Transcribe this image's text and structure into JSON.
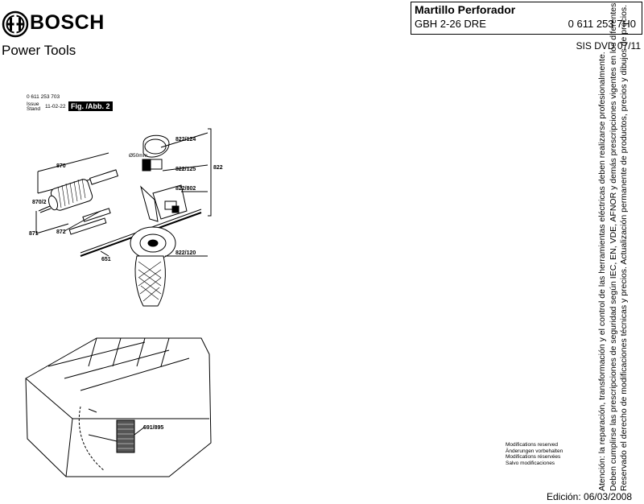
{
  "header": {
    "brand": "BOSCH",
    "subtitle": "Power Tools",
    "doc_title": "Martillo Perforador",
    "model": "GBH 2-26 DRE",
    "part_number": "0 611 253 7H0",
    "edition_code": "SIS DVD 07/11"
  },
  "figure": {
    "small_part_number": "0 611 253 703",
    "issue_label": "Issue",
    "stand_label": "Stand",
    "issue_date": "11-02-22",
    "figure_label": "Fig. /Abb. 2",
    "diameter_label": "Ø50mm",
    "parts": {
      "p870": "870",
      "p870_2": "870/2",
      "p871": "871",
      "p872": "872",
      "p651": "651",
      "p822_124": "822/124",
      "p822_125": "822/125",
      "p822": "822",
      "p822_802": "822/802",
      "p822_120": "822/120",
      "p691_895": "691/895"
    }
  },
  "notes": {
    "modifications": [
      "Modifications reserved",
      "Änderungen vorbehalten",
      "Modifications réservées",
      "Salvo modificaciones"
    ],
    "edition": "Edición: 06/03/2008",
    "disclaimer": [
      "Atención: la reparación, transformación y el control de las herramientas eléctricas deben realizarse profesionalmente.",
      "Deben cumplirse las prescripciones de seguridad según IEC, EN, VDE, AFNOR y demás prescripciones vigentes en los diferentes países.",
      "Reservado el derecho de modificaciones técnicas y precios. Actualización permanente de productos, precios y dibujos de precios."
    ]
  }
}
